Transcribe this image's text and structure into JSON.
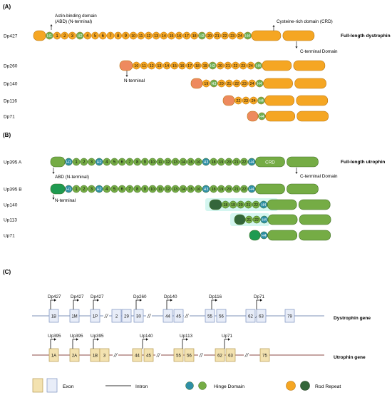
{
  "colors": {
    "dys_fill": "#F5A623",
    "dys_stroke": "#B8740E",
    "dys_nterm": "#EE8A5E",
    "hinge_dys": "#6DAE53",
    "utr_fill": "#75AC45",
    "utr_stroke": "#3E6E22",
    "utr_nterm": "#1F9A51",
    "utr_nterm_dark": "#34663A",
    "hinge_utr": "#2F8FA6",
    "glow": "#CFF5EE",
    "exon_dys_fill": "#E8EDF8",
    "exon_dys_stroke": "#7A8FBE",
    "exon_utr_fill": "#F3E2B0",
    "exon_utr_stroke": "#B59A53",
    "gene_line_dys": "#7F93B8",
    "gene_line_utr": "#8B4A44"
  },
  "panelA": {
    "label": "(A)",
    "isoforms": [
      {
        "name": "Dp427",
        "tokens": [
          "N",
          "H1",
          "1",
          "2",
          "3",
          "H2",
          "4",
          "5",
          "6",
          "7",
          "8",
          "9",
          "10",
          "11",
          "12",
          "13",
          "14",
          "15",
          "16",
          "17",
          "18",
          "H3",
          "20",
          "21",
          "22",
          "23",
          "24",
          "H4",
          "CRD",
          "CT"
        ]
      },
      {
        "name": "Dp260",
        "tokens": [
          "N",
          "10",
          "11",
          "12",
          "13",
          "14",
          "15",
          "16",
          "17",
          "18",
          "19",
          "H3",
          "20",
          "21",
          "22",
          "23",
          "24",
          "H4",
          "CRD",
          "CT"
        ]
      },
      {
        "name": "Dp140",
        "tokens": [
          "N",
          "19",
          "H3",
          "20",
          "21",
          "22",
          "23",
          "24",
          "H4",
          "CRD",
          "CT"
        ]
      },
      {
        "name": "Dp116",
        "tokens": [
          "N",
          "22",
          "23",
          "24",
          "H4",
          "CRD",
          "CT"
        ]
      },
      {
        "name": "Dp71",
        "tokens": [
          "N",
          "H4",
          "CRD",
          "CT"
        ]
      }
    ],
    "annotations": {
      "abd": "Actin-binding domain (ABD) (N-terminal)",
      "crd": "Cysteine-rich domain (CRD)",
      "full": "Full-length dystrophin",
      "cterm": "C-terminal Domain",
      "nterm": "N-terminal"
    }
  },
  "panelB": {
    "label": "(B)",
    "isoforms": [
      {
        "name": "Up395 A",
        "tokens": [
          "N",
          "H1",
          "1",
          "2",
          "3",
          "H2",
          "4",
          "5",
          "6",
          "7",
          "8",
          "9",
          "10",
          "11",
          "12",
          "13",
          "14",
          "15",
          "16",
          "H3",
          "18",
          "19",
          "20",
          "21",
          "22",
          "H4",
          "CRD",
          "CT"
        ]
      },
      {
        "name": "Up395 B",
        "tokens": [
          "N",
          "H1",
          "1",
          "2",
          "3",
          "H2",
          "4",
          "5",
          "6",
          "7",
          "8",
          "9",
          "10",
          "11",
          "12",
          "13",
          "14",
          "15",
          "16",
          "H3",
          "18",
          "19",
          "20",
          "21",
          "22",
          "H4",
          "E1",
          "CT"
        ]
      },
      {
        "name": "Up140",
        "tokens": [
          "N",
          "18",
          "19",
          "20",
          "21",
          "22",
          "H4",
          "E1",
          "CT"
        ]
      },
      {
        "name": "Up113",
        "tokens": [
          "N",
          "21",
          "22",
          "H4",
          "E1",
          "CT"
        ]
      },
      {
        "name": "Up71",
        "tokens": [
          "N",
          "H4",
          "E1",
          "CT"
        ]
      }
    ],
    "crd_label": "CRD",
    "annotations": {
      "abd": "ABD (N-terminal)",
      "full": "Full-length utrophin",
      "cterm": "C-terminal Domain",
      "nterm": "N-terminal"
    }
  },
  "panelC": {
    "label": "(C)",
    "dys_gene": {
      "label": "Dystrophin gene",
      "exons": [
        "1B",
        "1M",
        "1P",
        "2",
        "29",
        "30",
        "44",
        "45",
        "55",
        "56",
        "62",
        "63",
        "79"
      ],
      "promoters": [
        "Dp427",
        "Dp427",
        "Dp427",
        "Dp260",
        "Dp140",
        "Dp116",
        "Dp71"
      ]
    },
    "utr_gene": {
      "label": "Utrophin gene",
      "exons": [
        "1A",
        "2A",
        "1B",
        "3",
        "44",
        "45",
        "55",
        "56",
        "62",
        "63",
        "75"
      ],
      "promoters": [
        "Up395",
        "Up395",
        "Up395",
        "Up140",
        "Up113",
        "Up71"
      ]
    },
    "breaks": "//",
    "legend": {
      "exon": "Exon",
      "intron": "Intron",
      "hinge": "Hinge Domain",
      "rod": "Rod Repeat"
    }
  }
}
